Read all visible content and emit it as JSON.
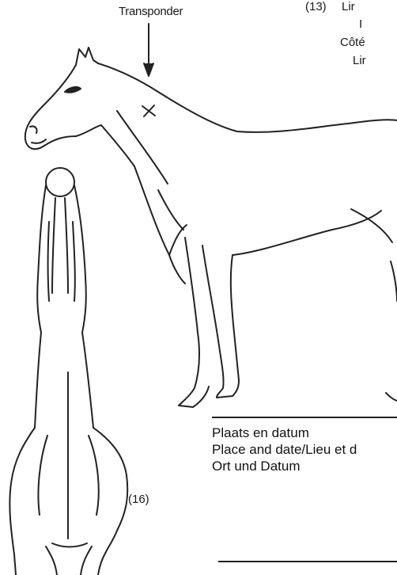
{
  "labels": {
    "transponder": "Transponder",
    "ref_13": "(13)",
    "ref_16": "(16)"
  },
  "cropped_text": {
    "line1": "Lir",
    "line2": "I",
    "line3": "Côté",
    "line4": "Lir"
  },
  "signature": {
    "line1": "Plaats en datum",
    "line2": "Place and date/Lieu et d",
    "line3": "Ort und Datum"
  },
  "icons": [
    "transponder-arrow-icon",
    "transponder-mark-x-icon",
    "horse-side-view-icon",
    "horse-front-view-icon"
  ]
}
